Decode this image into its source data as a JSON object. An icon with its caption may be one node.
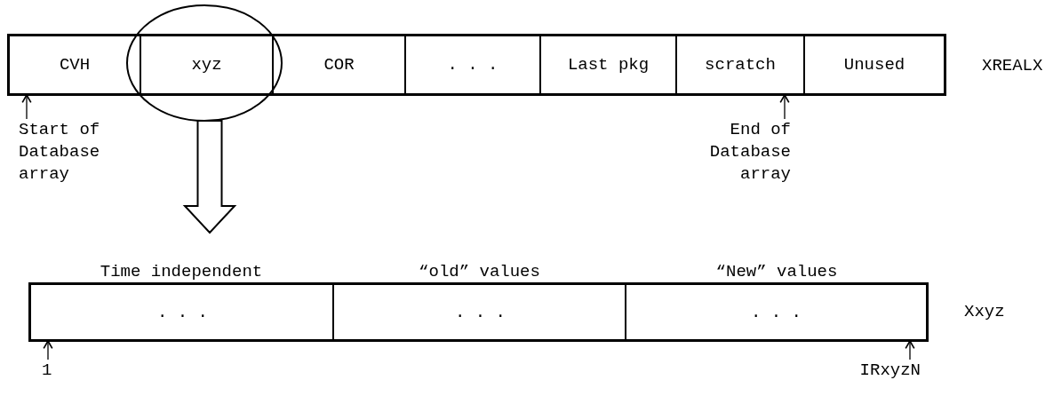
{
  "diagram": {
    "nodes": [
      {
        "text": [],
        "shape": "box",
        "beside": [
          "XREALX"
        ]
      },
      {
        "text": [
          "CVH"
        ],
        "in": 0
      },
      {
        "text": [
          "xyz"
        ]
      },
      {
        "text": [
          "COR"
        ],
        "in": 0
      },
      {
        "text": [
          ". . ."
        ],
        "in": 0
      },
      {
        "text": [
          "Last pkg"
        ],
        "in": 0
      },
      {
        "text": [
          "scratch"
        ],
        "in": 0
      },
      {
        "text": [
          "Unused"
        ],
        "in": 0
      },
      {
        "text": [],
        "shape": "circle"
      },
      {
        "text": [],
        "shape": "box",
        "beside": [
          "Xxyz"
        ]
      },
      {
        "text": [
          "Time independent",
          ". . ."
        ],
        "in": 9
      },
      {
        "text": [
          "“old” values",
          ". . ."
        ],
        "in": 9
      },
      {
        "text": [
          "“New” values",
          ". . ."
        ],
        "in": 9
      },
      {
        "text": [
          "Start of Database array"
        ]
      },
      {
        "text": [
          "End of Database array"
        ]
      },
      {
        "text": [
          "1"
        ]
      },
      {
        "text": [
          "IRxyzN"
        ]
      }
    ],
    "edges": [
      {
        "from": 8,
        "to": 10,
        "arrow": "to",
        "style": "thick"
      },
      {
        "from": 13,
        "to": 1,
        "arrow": "to"
      },
      {
        "from": 14,
        "to": 6,
        "arrow": "to"
      },
      {
        "from": 15,
        "to": 10,
        "arrow": "to"
      },
      {
        "from": 16,
        "to": 12,
        "arrow": "to"
      }
    ]
  }
}
